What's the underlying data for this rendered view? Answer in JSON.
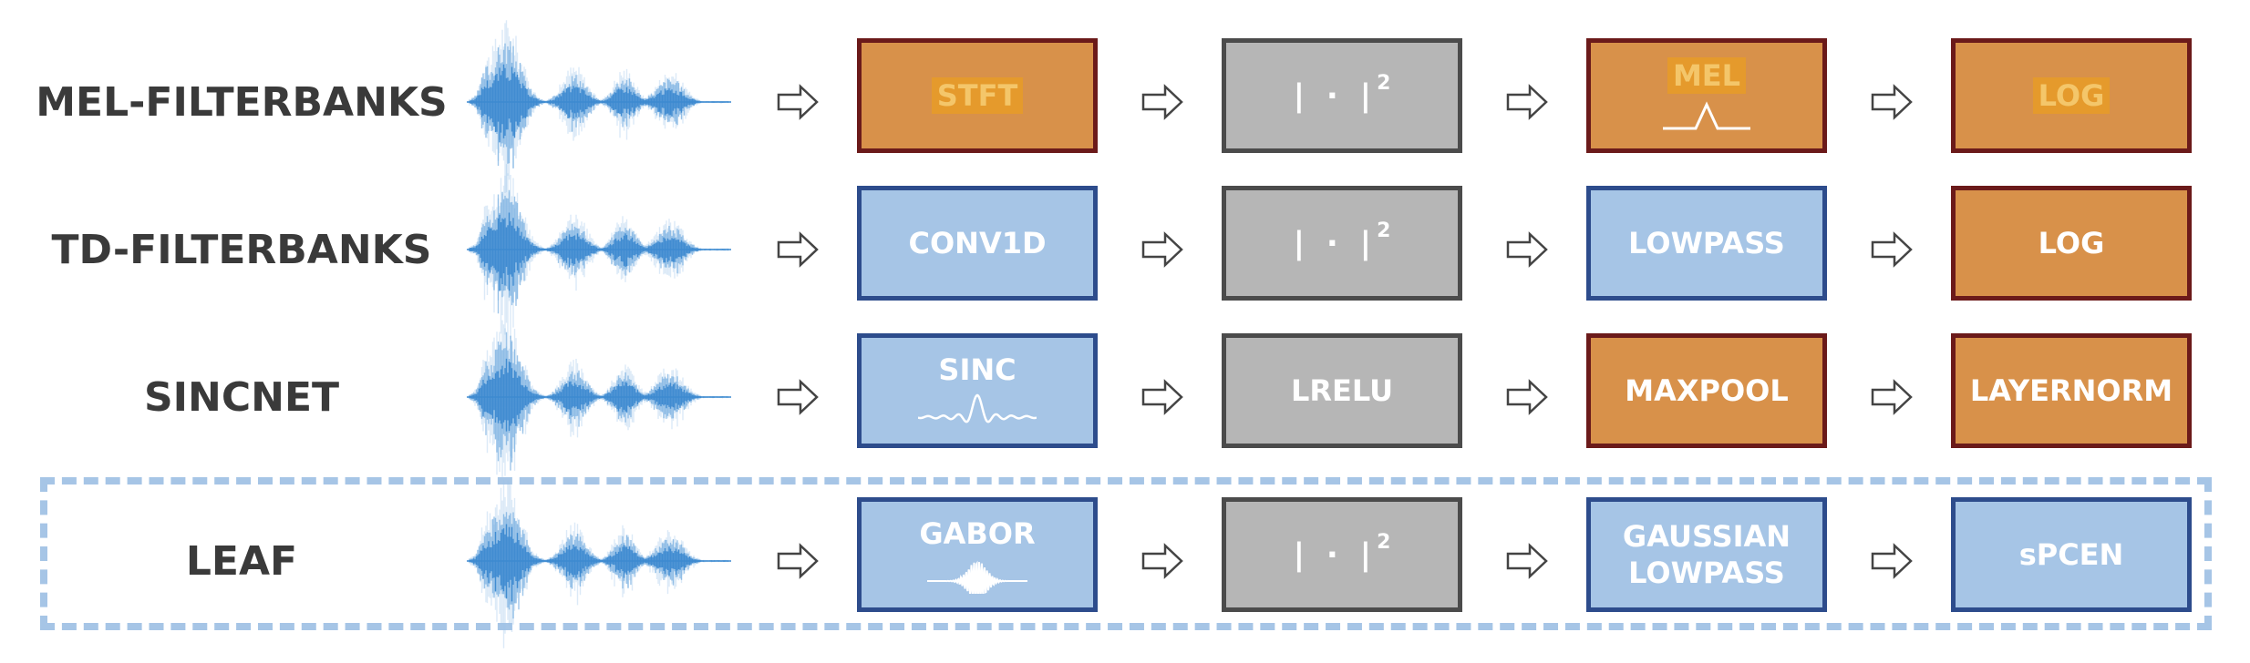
{
  "colors": {
    "orange_fill": "#D8914A",
    "orange_border": "#6B1A1A",
    "blue_fill": "#A6C5E6",
    "blue_border": "#2D4C8C",
    "gray_fill": "#B6B6B6",
    "gray_border": "#4B4B4B",
    "waveform": "#3D8AD0",
    "leaf_frame": "#A6C5E6"
  },
  "rows": [
    {
      "label": "MEL-FILTERBANKS",
      "blocks": [
        {
          "text": "STFT",
          "style": "orange",
          "highlight": true
        },
        {
          "text": "| · |",
          "sup": "2",
          "style": "gray"
        },
        {
          "text": "MEL",
          "style": "orange",
          "highlight": true,
          "icon": "mel-triangle-filter-icon"
        },
        {
          "text": "LOG",
          "style": "orange",
          "highlight": true
        }
      ]
    },
    {
      "label": "TD-FILTERBANKS",
      "blocks": [
        {
          "text": "CONV1D",
          "style": "blue"
        },
        {
          "text": "| · |",
          "sup": "2",
          "style": "gray"
        },
        {
          "text": "LOWPASS",
          "style": "blue"
        },
        {
          "text": "LOG",
          "style": "orange"
        }
      ]
    },
    {
      "label": "SINCNET",
      "blocks": [
        {
          "text": "SINC",
          "style": "blue",
          "icon": "sinc-wave-icon"
        },
        {
          "text": "LRELU",
          "style": "gray"
        },
        {
          "text": "MAXPOOL",
          "style": "orange"
        },
        {
          "text": "LAYERNORM",
          "style": "orange"
        }
      ]
    },
    {
      "label": "LEAF",
      "blocks": [
        {
          "text": "GABOR",
          "style": "blue",
          "icon": "gabor-wavelet-icon"
        },
        {
          "text": "| · |",
          "sup": "2",
          "style": "gray"
        },
        {
          "text": "GAUSSIAN",
          "text2": "LOWPASS",
          "style": "blue"
        },
        {
          "text": "sPCEN",
          "style": "blue"
        }
      ]
    }
  ]
}
